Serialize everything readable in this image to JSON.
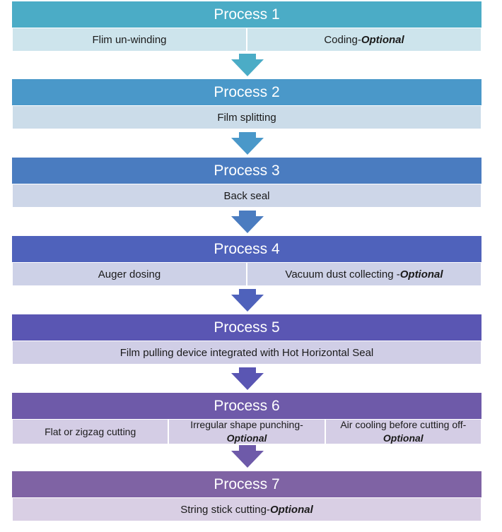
{
  "steps": [
    {
      "title": "Process 1",
      "head": "#4bacc6",
      "bg": "#cde4ec",
      "cells": [
        {
          "text": "Flim un-winding",
          "opt": ""
        },
        {
          "text": "Coding-",
          "opt": "Optional"
        }
      ]
    },
    {
      "title": "Process 2",
      "head": "#4a98c9",
      "bg": "#cbdce9",
      "cells": [
        {
          "text": "Film splitting",
          "opt": ""
        }
      ]
    },
    {
      "title": "Process 3",
      "head": "#4a7cc0",
      "bg": "#cdd6e8",
      "cells": [
        {
          "text": "Back seal",
          "opt": ""
        }
      ]
    },
    {
      "title": "Process 4",
      "head": "#4f62bb",
      "bg": "#cdd1e7",
      "cells": [
        {
          "text": "Auger dosing",
          "opt": ""
        },
        {
          "text": "Vacuum dust collecting -",
          "opt": "Optional"
        }
      ]
    },
    {
      "title": "Process 5",
      "head": "#5a56b3",
      "bg": "#d0cee6",
      "cells": [
        {
          "text": "Film pulling device integrated with Hot Horizontal Seal",
          "opt": ""
        }
      ]
    },
    {
      "title": "Process 6",
      "head": "#6e5aa9",
      "bg": "#d4cde5",
      "cells": [
        {
          "text": "Flat or zigzag cutting",
          "opt": ""
        },
        {
          "text": "Irregular shape punching-",
          "opt": "Optional"
        },
        {
          "text": "Air cooling before cutting off-",
          "opt": "Optional"
        }
      ]
    },
    {
      "title": "Process 7",
      "head": "#7f63a4",
      "bg": "#d9cfe4",
      "cells": [
        {
          "text": "String stick cutting-",
          "opt": "Optional"
        }
      ]
    }
  ],
  "arrow_colors": [
    "#4bacc6",
    "#4a98c9",
    "#4a7cc0",
    "#4f62bb",
    "#5a56b3",
    "#6e5aa9"
  ]
}
